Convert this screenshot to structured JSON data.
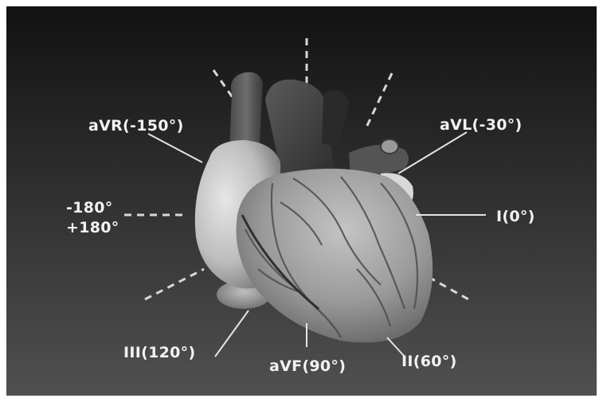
{
  "diagram": {
    "colors": {
      "background_top": "#121212",
      "background_bottom": "#505050",
      "label": "#f2f2f2",
      "guide_line": "#d8d8d8"
    },
    "labels": {
      "avr": "aVR(-150°)",
      "avl": "aVL(-30°)",
      "lead_i": "I(0°)",
      "lead_ii": "II(60°)",
      "avf": "aVF(90°)",
      "lead_iii": "III(120°)",
      "minus_180": "-180°",
      "plus_180": "+180°"
    },
    "image": "grayscale 3D heart illustration with hexaxial lead orientation lines"
  }
}
